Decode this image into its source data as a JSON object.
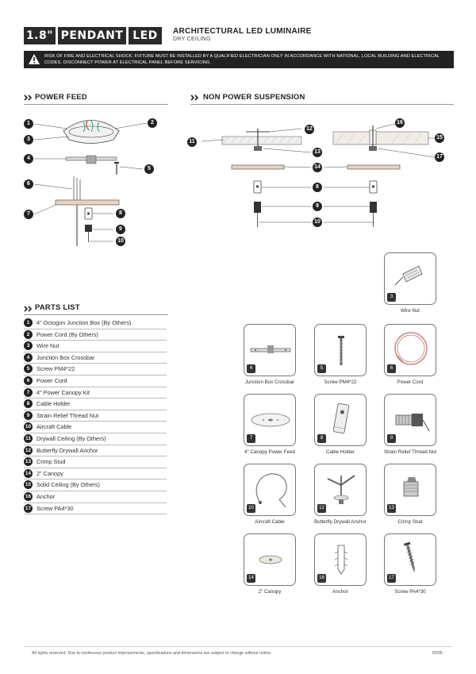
{
  "header": {
    "size": "1.8\"",
    "type": "PENDANT",
    "tech": "LED",
    "title": "ARCHITECTURAL LED LUMINAIRE",
    "subtitle": "DRY CEILING"
  },
  "warning": {
    "icon": "warning-triangle-icon",
    "text": "RISK OF FIRE AND ELECTRICAL SHOCK. FIXTURE MUST BE INSTALLED BY A QUALIFIED ELECTRICIAN ONLY IN ACCORDANCE WITH NATIONAL, LOCAL BUILDING AND ELECTRICAL CODES. DISCONNECT POWER AT ELECTRICAL PANEL BEFORE SERVICING."
  },
  "sections": {
    "power_feed": "POWER FEED",
    "non_power": "NON POWER SUSPENSION",
    "parts_list": "PARTS LIST"
  },
  "callouts": {
    "power_feed": [
      "1",
      "2",
      "3",
      "4",
      "5",
      "6",
      "7",
      "8",
      "9",
      "10"
    ],
    "non_power": [
      "11",
      "12",
      "13",
      "14",
      "8",
      "9",
      "10",
      "16",
      "15",
      "17"
    ]
  },
  "parts": [
    {
      "n": "1",
      "label": "4\" Octogon Junction Box (By Others)"
    },
    {
      "n": "2",
      "label": "Power Cord (By Others)"
    },
    {
      "n": "3",
      "label": "Wire Nut"
    },
    {
      "n": "4",
      "label": "Junction Box Crossbar"
    },
    {
      "n": "5",
      "label": "Screw PM4*22"
    },
    {
      "n": "6",
      "label": "Power Cord"
    },
    {
      "n": "7",
      "label": "4\" Power Canopy Kit"
    },
    {
      "n": "8",
      "label": "Cable Holder"
    },
    {
      "n": "9",
      "label": "Strain Relief Thread Nut"
    },
    {
      "n": "10",
      "label": "Aircraft Cable"
    },
    {
      "n": "11",
      "label": "Drywall Ceiling (By Others)"
    },
    {
      "n": "12",
      "label": "Butterfly Drywall Anchor"
    },
    {
      "n": "13",
      "label": "Crimp Stud"
    },
    {
      "n": "14",
      "label": "2\" Canopy"
    },
    {
      "n": "15",
      "label": "Solid Ceiling (By Others)"
    },
    {
      "n": "16",
      "label": "Anchor"
    },
    {
      "n": "17",
      "label": "Screw PA4*30"
    }
  ],
  "cards": [
    {
      "n": "3",
      "label": "Wire Nut",
      "icon": "wire-nut-icon"
    },
    {
      "n": "4",
      "label": "Junction Box Crossbar",
      "icon": "crossbar-icon"
    },
    {
      "n": "5",
      "label": "Screw PM4*22",
      "icon": "machine-screw-icon"
    },
    {
      "n": "6",
      "label": "Power Cord",
      "icon": "power-cord-icon"
    },
    {
      "n": "7",
      "label": "4\" Canopy Power Feed",
      "icon": "canopy-large-icon"
    },
    {
      "n": "8",
      "label": "Cable Holder",
      "icon": "cable-holder-icon"
    },
    {
      "n": "9",
      "label": "Strain Relief Thread Nut",
      "icon": "strain-relief-icon"
    },
    {
      "n": "10",
      "label": "Aircraft Cable",
      "icon": "aircraft-cable-icon"
    },
    {
      "n": "12",
      "label": "Butterfly Drywall Anchor",
      "icon": "butterfly-anchor-icon"
    },
    {
      "n": "13",
      "label": "Crimp Stud",
      "icon": "crimp-stud-icon"
    },
    {
      "n": "14",
      "label": "2\" Canopy",
      "icon": "canopy-small-icon"
    },
    {
      "n": "16",
      "label": "Anchor",
      "icon": "anchor-icon"
    },
    {
      "n": "17",
      "label": "Screw PA4*30",
      "icon": "wood-screw-icon"
    }
  ],
  "footer": {
    "text": "All rights reserved. Due to continuous product improvements, specifications and dimensions are subject to change without notice.",
    "page": "02/05"
  }
}
